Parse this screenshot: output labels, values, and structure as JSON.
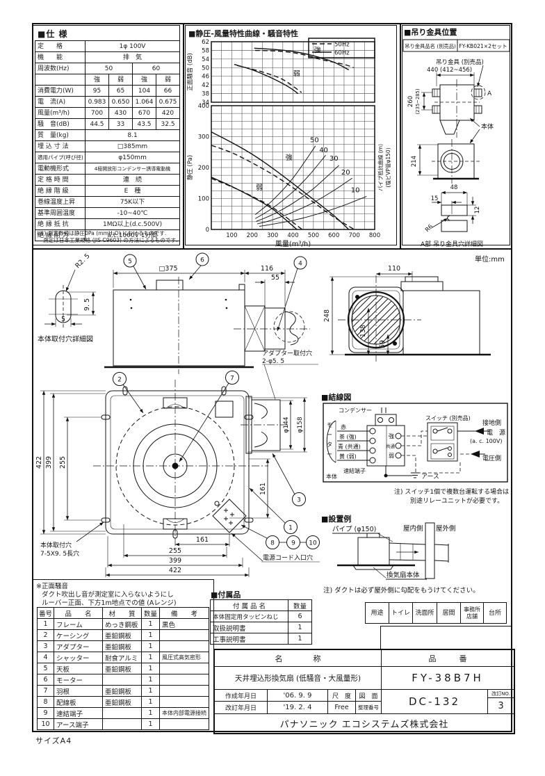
{
  "colors": {
    "ink": "#1a1a1a",
    "paper": "#ffffff"
  },
  "sheet": {
    "size_note": "サイズA4",
    "unit_note": "単位:mm"
  },
  "spec": {
    "title": "■仕 様",
    "rated_label": "定　　格",
    "rated_value": "1φ 100V",
    "function_label": "機　　能",
    "function_value": "排　気",
    "freq_label": "周波数(Hz)",
    "freq50": "50",
    "freq60": "60",
    "strong": "強",
    "weak": "弱",
    "meas": [
      {
        "label": "消費電力(W)",
        "v": [
          "95",
          "65",
          "104",
          "66"
        ]
      },
      {
        "label": "電　流(A)",
        "v": [
          "0.983",
          "0.650",
          "1.064",
          "0.675"
        ]
      },
      {
        "label": "風量(m³/h)",
        "v": [
          "700",
          "430",
          "670",
          "420"
        ]
      },
      {
        "label": "騒　音(dB)",
        "v": [
          "44.5",
          "33",
          "43.5",
          "32.5"
        ]
      }
    ],
    "rows": [
      {
        "label": "質　量(kg)",
        "value": "8.1"
      },
      {
        "label": "埋 込 寸 法",
        "value": "□385mm"
      },
      {
        "label": "適用パイプ(呼び径)",
        "value": "φ150mm"
      },
      {
        "label": "電動機形式",
        "value": "4極開放形コンデンサー誘導電動機"
      },
      {
        "label": "定 格 時 間",
        "value": "連　続"
      },
      {
        "label": "絶 縁 階 級",
        "value": "E　種"
      },
      {
        "label": "巻線温度上昇",
        "value": "75K以下"
      },
      {
        "label": "基準周囲温度",
        "value": "-10~40℃"
      },
      {
        "label": "絶 縁 抵 抗",
        "value": "1MΩ以上(d.c.500V)"
      },
      {
        "label": "絶 縁 耐 力",
        "value": "a.c.1000V 1分間"
      }
    ],
    "note1": "(注) 測定数値は静圧0Pa (mmH₂O) におけるものです.",
    "note2": "測定は日本工業規格 (JIS C9603) の方法によるものです."
  },
  "chart": {
    "section_title": "■静圧-風量特性曲線・騒音特性"
  },
  "chart_data": [
    {
      "type": "line",
      "name": "front-noise",
      "ylabel": "正面騒音 (dB)",
      "ylim": [
        34,
        62
      ],
      "yticks": [
        34,
        38,
        42,
        46,
        50,
        54,
        58,
        62
      ],
      "xlim": [
        0,
        800
      ],
      "xgrid": 50,
      "legend": [
        {
          "label": "50Hz",
          "style": "dashed"
        },
        {
          "label": "60Hz",
          "style": "solid"
        }
      ],
      "series": [
        {
          "name": "strong-60hz",
          "style": "solid",
          "points": [
            [
              210,
              59
            ],
            [
              300,
              58.5
            ],
            [
              400,
              57.5
            ],
            [
              500,
              55.5
            ],
            [
              600,
              52.5
            ],
            [
              673,
              49
            ]
          ]
        },
        {
          "name": "strong-50hz",
          "style": "dashed",
          "points": [
            [
              214,
              58
            ],
            [
              350,
              57.5
            ],
            [
              450,
              56
            ],
            [
              550,
              53.5
            ],
            [
              650,
              51.5
            ],
            [
              697,
              50
            ]
          ]
        },
        {
          "name": "weak-60hz",
          "style": "solid",
          "points": [
            [
              112,
              51.5
            ],
            [
              200,
              49
            ],
            [
              300,
              45
            ],
            [
              380,
              41
            ],
            [
              425,
              38
            ]
          ]
        },
        {
          "name": "weak-50hz",
          "style": "dashed",
          "points": [
            [
              126,
              51
            ],
            [
              250,
              48
            ],
            [
              350,
              44.5
            ],
            [
              442,
              38.5
            ]
          ]
        }
      ],
      "labels": [
        {
          "text": "強",
          "x": 520,
          "y": 57
        },
        {
          "text": "弱",
          "x": 418,
          "y": 46
        }
      ]
    },
    {
      "type": "line",
      "name": "static-pressure-airflow",
      "ylabel": "静圧 (Pa)",
      "xlabel": "風量(m³/h)",
      "ylabel_right": [
        "パイプ抵抗曲線 (m)",
        "(塩ビVP管φ150)"
      ],
      "ylim": [
        0,
        400
      ],
      "yticks": [
        0,
        100,
        200,
        300,
        400
      ],
      "ygrid": 25,
      "xlim": [
        0,
        800
      ],
      "xticks": [
        100,
        200,
        300,
        400,
        500,
        600,
        700,
        800
      ],
      "xgrid": 50,
      "series": [
        {
          "name": "strong-60hz",
          "style": "solid",
          "points": [
            [
              0,
              315
            ],
            [
              100,
              281
            ],
            [
              200,
              243
            ],
            [
              300,
              198
            ],
            [
              400,
              148
            ],
            [
              500,
              97
            ],
            [
              600,
              45
            ],
            [
              673,
              0
            ]
          ]
        },
        {
          "name": "strong-50hz",
          "style": "dashed",
          "points": [
            [
              0,
              272
            ],
            [
              100,
              248
            ],
            [
              200,
              215
            ],
            [
              300,
              178
            ],
            [
              400,
              135
            ],
            [
              500,
              88
            ],
            [
              600,
              40
            ],
            [
              700,
              0
            ]
          ]
        },
        {
          "name": "weak-60hz",
          "style": "solid",
          "points": [
            [
              0,
              169
            ],
            [
              100,
              139
            ],
            [
              200,
              105
            ],
            [
              300,
              66
            ],
            [
              419,
              0
            ]
          ]
        },
        {
          "name": "weak-50hz",
          "style": "dashed",
          "points": [
            [
              0,
              165
            ],
            [
              100,
              138
            ],
            [
              200,
              107
            ],
            [
              300,
              71
            ],
            [
              445,
              0
            ]
          ]
        },
        {
          "name": "pipe-50m",
          "style": "thin",
          "points": [
            [
              215,
              48
            ],
            [
              300,
              94
            ],
            [
              400,
              166
            ],
            [
              510,
              270
            ]
          ]
        },
        {
          "name": "pipe-40m",
          "style": "thin",
          "points": [
            [
              215,
              35
            ],
            [
              300,
              69
            ],
            [
              400,
              122
            ],
            [
              480,
              176
            ],
            [
              560,
              240
            ]
          ]
        },
        {
          "name": "pipe-30m",
          "style": "thin",
          "points": [
            [
              220,
              26
            ],
            [
              300,
              48
            ],
            [
              400,
              85
            ],
            [
              500,
              132
            ],
            [
              625,
              207
            ]
          ]
        },
        {
          "name": "pipe-20m",
          "style": "thin",
          "points": [
            [
              225,
              18
            ],
            [
              300,
              31
            ],
            [
              400,
              56
            ],
            [
              500,
              87
            ],
            [
              600,
              126
            ],
            [
              690,
              166
            ]
          ]
        },
        {
          "name": "pipe-10m",
          "style": "thin",
          "points": [
            [
              235,
              10
            ],
            [
              350,
              23
            ],
            [
              450,
              37
            ],
            [
              550,
              56
            ],
            [
              650,
              78
            ],
            [
              760,
              107
            ]
          ]
        }
      ],
      "labels": [
        {
          "text": "強",
          "x": 380,
          "y": 225
        },
        {
          "text": "弱",
          "x": 235,
          "y": 128
        },
        {
          "text": "50",
          "x": 505,
          "y": 282
        },
        {
          "text": "40",
          "x": 550,
          "y": 250
        },
        {
          "text": "30",
          "x": 600,
          "y": 222
        },
        {
          "text": "20",
          "x": 658,
          "y": 178
        },
        {
          "text": "10",
          "x": 705,
          "y": 120
        }
      ]
    }
  ],
  "bracket": {
    "title": "■吊り金具位置",
    "name_label": "吊り金具品名 (別売品)",
    "name_value": "FY-KB021×2セット",
    "part_note": "吊り金具 (別売品)",
    "d440": "440 (412~456)",
    "d260": "260",
    "d260r": "(235~285)",
    "body": "本体",
    "a_label": "A",
    "d214": "214",
    "d48": "48",
    "d15": "15",
    "d12": "12",
    "r6": "R6",
    "caption": "A部  吊り金具穴詳細図"
  },
  "drawings": {
    "hole_detail": {
      "r": "R2. 5",
      "h": "9. 5",
      "w": "5",
      "caption": "本体取付穴詳細図"
    },
    "side": {
      "sq": "□375",
      "d116": "116",
      "d55": "55",
      "adp1": "アダプター取付穴",
      "adp2": "2-φ5. 5"
    },
    "rear": {
      "d110": "110",
      "d248": "248",
      "d138": "138",
      "d59": "59"
    },
    "front": {
      "d422": "422",
      "d399": "399",
      "d255": "255",
      "d161": "161",
      "phi144": "φ144",
      "phi158": "φ158",
      "holes1": "本体取付穴",
      "holes2": "7-5X9. 5長穴",
      "cord": "電源コード入口穴"
    },
    "callouts": [
      "1",
      "2",
      "3",
      "4",
      "5",
      "6",
      "7",
      "8",
      "9",
      "10"
    ]
  },
  "wiring": {
    "title": "■結線図",
    "condenser": "コンデンサー",
    "motor": [
      "モ",
      "ー",
      "タ",
      "ー"
    ],
    "wire_red": "赤",
    "wire_brown": "茶 (強)",
    "wire_blue": "青 (共通)",
    "wire_yellow": "黄 (弱)",
    "t_strong": "強",
    "t_common": "共通",
    "t_weak": "弱",
    "terminal": "速結端子",
    "body": "本体",
    "switch": "スイッチ (別売品)",
    "ground_side": "接地側",
    "power": "電　源",
    "ac": "(a. c. 100V)",
    "voltage_side": "電圧側",
    "earth": "アース",
    "note1": "注) スイッチ1個で複数台運転する場合は",
    "note2": "別途リレーユニットが必要です。"
  },
  "install": {
    "title": "■設置例",
    "pipe": "パイプ (φ150)",
    "indoor": "屋内側",
    "outdoor": "屋外側",
    "fan": "換気扇本体",
    "note": "注) ダクトは必ず屋外側に勾配をもうけてください。"
  },
  "noise_note": {
    "l1": "※正面騒音",
    "l2": "ダクト吹出し音が測定室に入らないようにし",
    "l3": "ルーバー正面、下方1m地点での値 (Aレンジ)"
  },
  "parts": {
    "headers": [
      "番号",
      "品　　名",
      "材　　質",
      "数量",
      "備　　考"
    ],
    "rows": [
      {
        "no": "1",
        "name": "フレーム",
        "material": "めっき鋼板",
        "qty": "1",
        "note": "黒色"
      },
      {
        "no": "2",
        "name": "ケーシング",
        "material": "亜鉛鋼板",
        "qty": "1",
        "note": ""
      },
      {
        "no": "3",
        "name": "アダプター",
        "material": "亜鉛鋼板",
        "qty": "1",
        "note": ""
      },
      {
        "no": "4",
        "name": "シャッター",
        "material": "耐食アルミ",
        "qty": "1",
        "note": "風圧式高気密形"
      },
      {
        "no": "5",
        "name": "天板",
        "material": "亜鉛鋼板",
        "qty": "1",
        "note": ""
      },
      {
        "no": "6",
        "name": "モーター",
        "material": "",
        "qty": "1",
        "note": ""
      },
      {
        "no": "7",
        "name": "羽根",
        "material": "亜鉛鋼板",
        "qty": "1",
        "note": ""
      },
      {
        "no": "8",
        "name": "配線板",
        "material": "亜鉛鋼板",
        "qty": "1",
        "note": ""
      },
      {
        "no": "9",
        "name": "速結端子",
        "material": "",
        "qty": "1",
        "note": "本体内部電源接続"
      },
      {
        "no": "10",
        "name": "アース端子",
        "material": "",
        "qty": "1",
        "note": ""
      }
    ]
  },
  "accessories": {
    "title": "■付属品",
    "name_header": "付 属 品 名",
    "qty_header": "数量",
    "rows": [
      {
        "name": "本体固定用タッピンねじ",
        "qty": "6"
      },
      {
        "name": "取扱説明書",
        "qty": "1"
      },
      {
        "name": "工事説明書",
        "qty": "1"
      }
    ]
  },
  "usage": {
    "label": "用途",
    "items": [
      "トイレ",
      "洗面所",
      "居間",
      "事務所店舗",
      "台所"
    ]
  },
  "title_block": {
    "name_header": "名　　　　称",
    "name_value": "天井埋込形換気扇 (低騒音・大風量形)",
    "part_header": "品　　　番",
    "part_value": "FY-38B7H",
    "created_label": "作成年月日",
    "created_value": "'06.  9.  9",
    "revised_label": "改訂年月日",
    "revised_value": "'19.  2.  4",
    "scale_label": "尺　度",
    "scale_value": "Free",
    "drawing_label": "図　面",
    "number_label": "整理番号",
    "doc_number": "DC-132",
    "rev_label": "改訂NO.",
    "rev_value": "3",
    "company": "パナソニック エコシステムズ株式会社"
  }
}
